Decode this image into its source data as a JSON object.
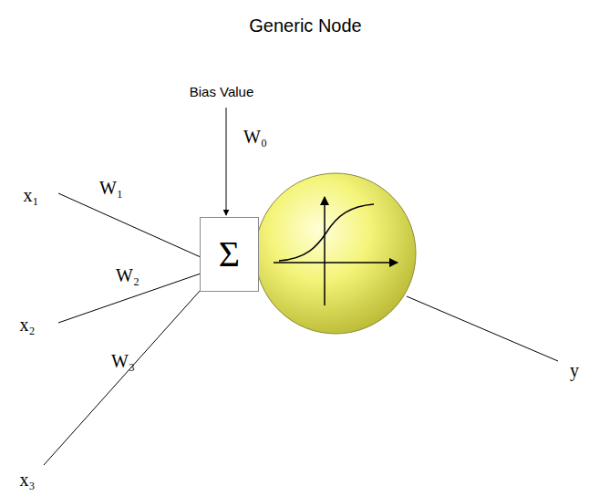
{
  "diagram": {
    "title": "Generic Node",
    "nodes": [
      {
        "text": [
          "Σ"
        ]
      }
    ],
    "labels": [
      "Bias Value",
      "W₀",
      "x₁",
      "W₁",
      "x₂",
      "W₂",
      "x₃",
      "W₃",
      "y"
    ]
  }
}
